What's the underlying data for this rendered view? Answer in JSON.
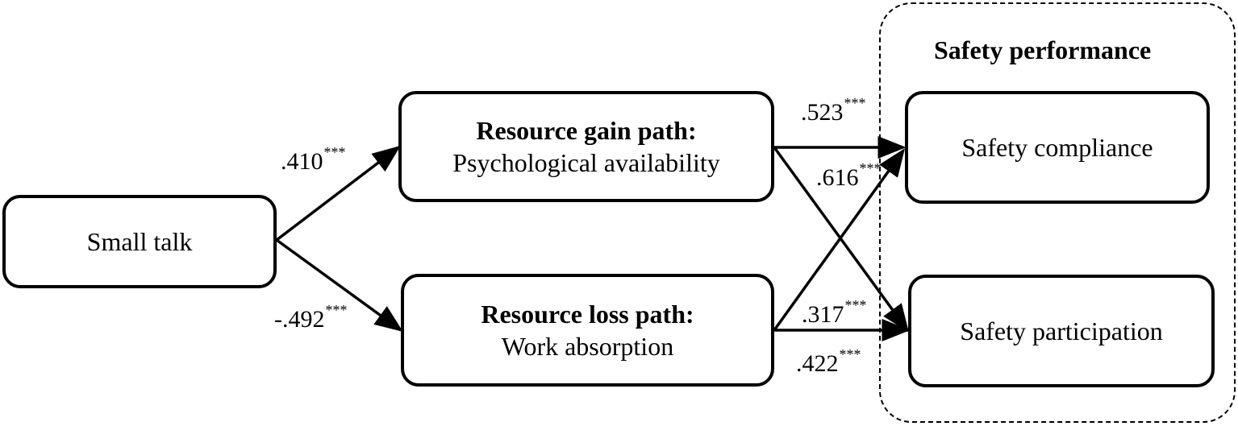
{
  "nodes": {
    "small_talk": {
      "label": "Small talk"
    },
    "gain": {
      "title": "Resource gain path:",
      "subtitle": "Psychological availability"
    },
    "loss": {
      "title": "Resource loss path:",
      "subtitle": "Work absorption"
    },
    "compliance": {
      "label": "Safety compliance"
    },
    "participation": {
      "label": "Safety participation"
    }
  },
  "group": {
    "title": "Safety performance"
  },
  "coefficients": {
    "talk_gain": {
      "value": ".410",
      "sig": "***"
    },
    "talk_loss": {
      "value": "-.492",
      "sig": "***"
    },
    "gain_compliance": {
      "value": ".523",
      "sig": "***"
    },
    "gain_participation": {
      "value": ".616",
      "sig": "***"
    },
    "loss_compliance": {
      "value": ".317",
      "sig": "***"
    },
    "loss_participation": {
      "value": ".422",
      "sig": "***"
    }
  }
}
